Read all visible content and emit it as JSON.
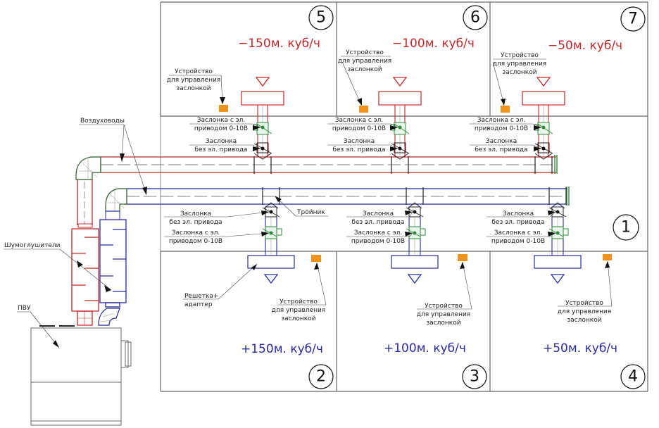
{
  "colors": {
    "supply": "#2a2aa0",
    "exhaust": "#c0282a",
    "damper_motor": "#2e8a3a",
    "controller": "#f0921e",
    "wall": "#666666",
    "label": "#222222"
  },
  "labels": {
    "ducts": "Воздуховоды",
    "silencers": "Шумоглушители",
    "ahu": "ПВУ",
    "tee": "Тройник",
    "grille_line1": "Решетка+",
    "grille_line2": "адаптер",
    "damper_motor_line1": "Заслонка с эл.",
    "damper_motor_line2": "приводом 0-10В",
    "damper_manual_line1": "Заслонка",
    "damper_manual_line2": "без эл. привода",
    "controller_line1": "Устройство",
    "controller_line2": "для управления",
    "controller_line3": "заслонкой"
  },
  "rooms": [
    {
      "number": "1",
      "flow": ""
    },
    {
      "number": "2",
      "flow": "+150м. куб/ч",
      "type": "supply"
    },
    {
      "number": "3",
      "flow": "+100м. куб/ч",
      "type": "supply"
    },
    {
      "number": "4",
      "flow": "+50м. куб/ч",
      "type": "supply"
    },
    {
      "number": "5",
      "flow": "−150м. куб/ч",
      "type": "exhaust"
    },
    {
      "number": "6",
      "flow": "−100м. куб/ч",
      "type": "exhaust"
    },
    {
      "number": "7",
      "flow": "−50м. куб/ч",
      "type": "exhaust"
    }
  ]
}
